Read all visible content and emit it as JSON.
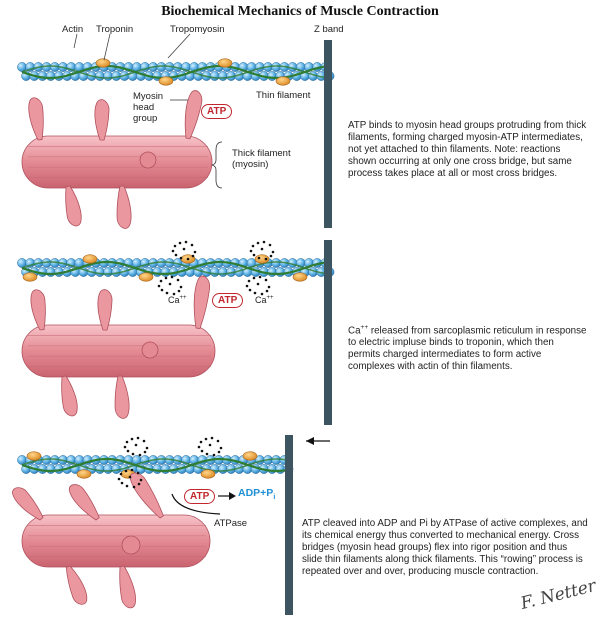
{
  "title": "Biochemical Mechanics of Muscle Contraction",
  "labels": {
    "actin": "Actin",
    "troponin": "Troponin",
    "tropomyosin": "Tropomyosin",
    "z_band": "Z band",
    "thin_filament": "Thin filament",
    "myosin_head_group": "Myosin\nhead\ngroup",
    "thick_filament": "Thick filament\n(myosin)",
    "atp": "ATP",
    "ca": "Ca",
    "ca_sup": "++",
    "adp_pi": "ADP+P",
    "pi_sub": "i",
    "atpase": "ATPase"
  },
  "panels": [
    {
      "description": "ATP binds to myosin head groups protruding from thick filaments, forming charged myosin-ATP intermediates, not yet attached to thin filaments. Note: reactions shown occurring at only one cross bridge, but same process takes place at all or most cross bridges."
    },
    {
      "description_main": " released from sarcoplasmic reticulum in response to electric impluse binds to troponin, which then permits charged intermediates to form active complexes with actin of thin filaments.",
      "description_prefix": "Ca",
      "description_sup": "++"
    },
    {
      "description": "ATP cleaved into ADP and Pi by ATPase of active complexes, and its chemical energy thus converted to mechanical energy. Cross bridges (myosin head groups) flex into rigor position and thus slide thin filaments along thick filaments. This “rowing” process is repeated over and over, producing muscle contraction."
    }
  ],
  "signature": "F. Netter",
  "colors": {
    "actin": "#5fb4e6",
    "troponin": "#e8a03a",
    "tropomyosin": "#2f7d32",
    "myosin": "#e48a93",
    "z_band": "#3c5560",
    "atp": "#c1272d",
    "adp": "#1f8fd6"
  }
}
